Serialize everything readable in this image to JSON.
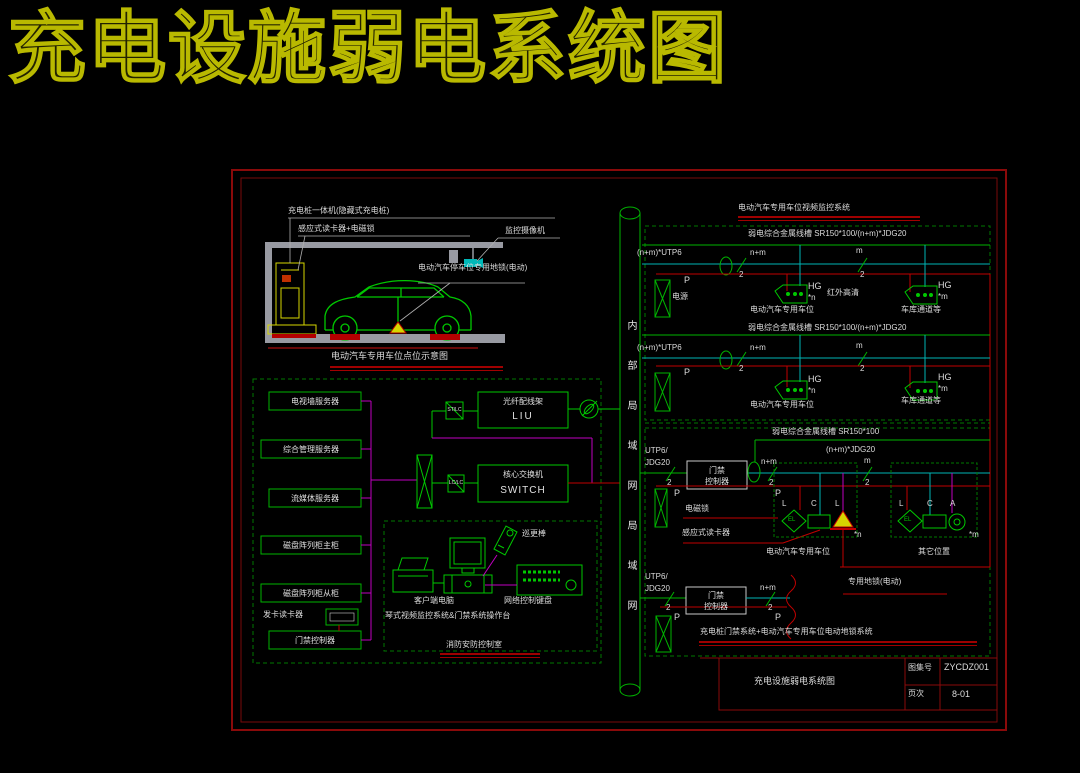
{
  "title": "充电设施弱电系统图",
  "scene": {
    "charger_label": "充电桩一体机(隐藏式充电桩)",
    "reader_lock_label": "感应式读卡器+电磁锁",
    "camera_label": "监控摄像机",
    "ground_lock_label": "电动汽车停车位专用地锁(电动)",
    "caption": "电动汽车专用车位点位示意图"
  },
  "servers": {
    "items": [
      {
        "label": "电视墙服务器"
      },
      {
        "label": "综合管理服务器"
      },
      {
        "label": "流媒体服务器"
      },
      {
        "label": "磁盘阵列柜主柜"
      },
      {
        "label": "磁盘阵列柜从柜"
      }
    ],
    "card_reader_label": "发卡读卡器",
    "door_controller_label": "门禁控制器"
  },
  "core": {
    "liu_name": "光纤配线架",
    "liu_code": "LIU",
    "liu_connector": "ST/LC",
    "switch_name": "核心交换机",
    "switch_code": "SWITCH",
    "switch_connector": "LC/LC"
  },
  "console": {
    "patrol_label": "巡更棒",
    "client_pc_label": "客户端电脑",
    "keyboard_label": "网络控制键盘",
    "desk_label": "琴式视频监控系统&门禁系统操作台",
    "room_label": "消防安防控制室"
  },
  "riser_label": "内部局域网局域网",
  "video": {
    "system_title": "电动汽车专用车位视频监控系统",
    "tray_label": "弱电综合金属线槽 SR150*100/(n+m)*JDG20",
    "utp_label": "(n+m)*UTP6",
    "nm": "n+m",
    "m": "m",
    "count": "2",
    "p": "P",
    "power_label": "电源",
    "hg": "HG",
    "times_n": "*n",
    "times_m": "*m",
    "cam_note": "红外高清",
    "spot1_label": "电动汽车专用车位",
    "spot2_label": "车库通道等"
  },
  "access": {
    "tray_label": "弱电综合金属线槽 SR150*100",
    "jdg_label": "(n+m)*JDG20",
    "utp_line1": "UTP6/",
    "utp_line2": "JDG20",
    "controller_line1": "门禁",
    "controller_line2": "控制器",
    "nm": "n+m",
    "m": "m",
    "count": "2",
    "p": "P",
    "maglock_label": "电磁锁",
    "reader_label": "感应式读卡器",
    "l": "L",
    "c": "C",
    "a": "A",
    "el": "EL",
    "times_n": "*n",
    "times_m": "*m",
    "spot1_label": "电动汽车专用车位",
    "spot2_label": "其它位置",
    "ground_lock_label": "专用地锁(电动)",
    "system_title": "充电桩门禁系统+电动汽车专用车位电动地锁系统"
  },
  "titleblock": {
    "drawing_name": "充电设施弱电系统图",
    "sheet_no_label": "图集号",
    "sheet_no": "ZYCDZ001",
    "page_label": "页次",
    "page_no": "8-01"
  }
}
